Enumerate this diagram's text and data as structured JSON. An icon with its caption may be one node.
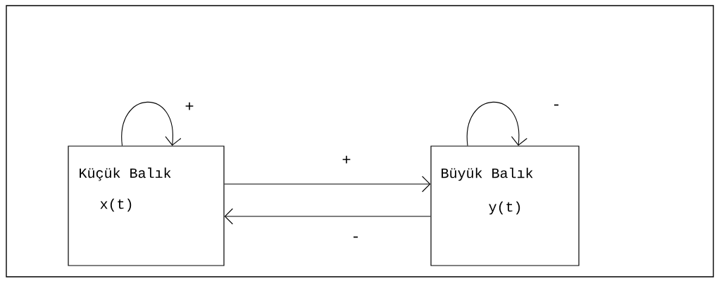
{
  "diagram": {
    "nodes": [
      {
        "text": [
          "Küçük Balık",
          "x(t)"
        ]
      },
      {
        "text": [
          "Büyük Balık",
          "y(t)"
        ]
      }
    ],
    "edges": [
      {
        "from": 0,
        "to": 0,
        "arrow": "to",
        "label": "+"
      },
      {
        "from": 1,
        "to": 1,
        "arrow": "to",
        "label": "-"
      },
      {
        "from": 0,
        "to": 1,
        "arrow": "to",
        "label": "+"
      },
      {
        "from": 1,
        "to": 0,
        "arrow": "to",
        "label": "-"
      }
    ]
  }
}
